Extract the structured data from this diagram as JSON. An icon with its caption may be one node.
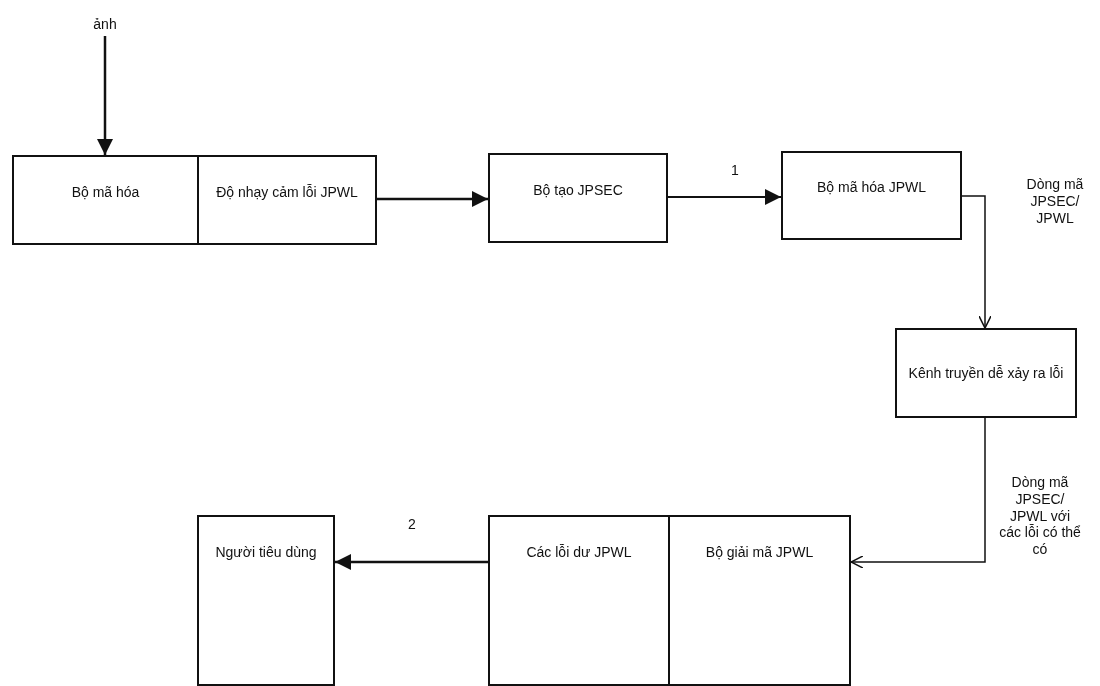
{
  "diagram": {
    "nodes": [
      {
        "text": [
          "ảnh"
        ]
      },
      {
        "text": [
          "Bộ mã hóa"
        ]
      },
      {
        "text": [
          "Độ nhạy cảm lỗi JPWL"
        ]
      },
      {
        "text": [
          "Bộ tạo JPSEC"
        ]
      },
      {
        "text": [
          "Bộ mã hóa JPWL"
        ]
      },
      {
        "text": [
          "Kênh truyền dễ xảy ra lỗi"
        ]
      },
      {
        "text": [
          "Người tiêu dùng"
        ]
      },
      {
        "text": [
          "Các lỗi dư JPWL"
        ]
      },
      {
        "text": [
          "Bộ giải mã JPWL"
        ]
      }
    ],
    "edges": [
      {
        "from": 0,
        "to": 1,
        "arrow": "to"
      },
      {
        "from": 2,
        "to": 3,
        "arrow": "to"
      },
      {
        "from": 3,
        "to": 4,
        "arrow": "to",
        "label": "1"
      },
      {
        "from": 4,
        "to": 5,
        "arrow": "to",
        "label": "Dòng mã JPSEC/ JPWL"
      },
      {
        "from": 5,
        "to": 8,
        "arrow": "to",
        "label": "Dòng mã JPSEC/ JPWL với các lỗi có thể có"
      },
      {
        "from": 7,
        "to": 6,
        "arrow": "to",
        "label": "2"
      }
    ]
  }
}
